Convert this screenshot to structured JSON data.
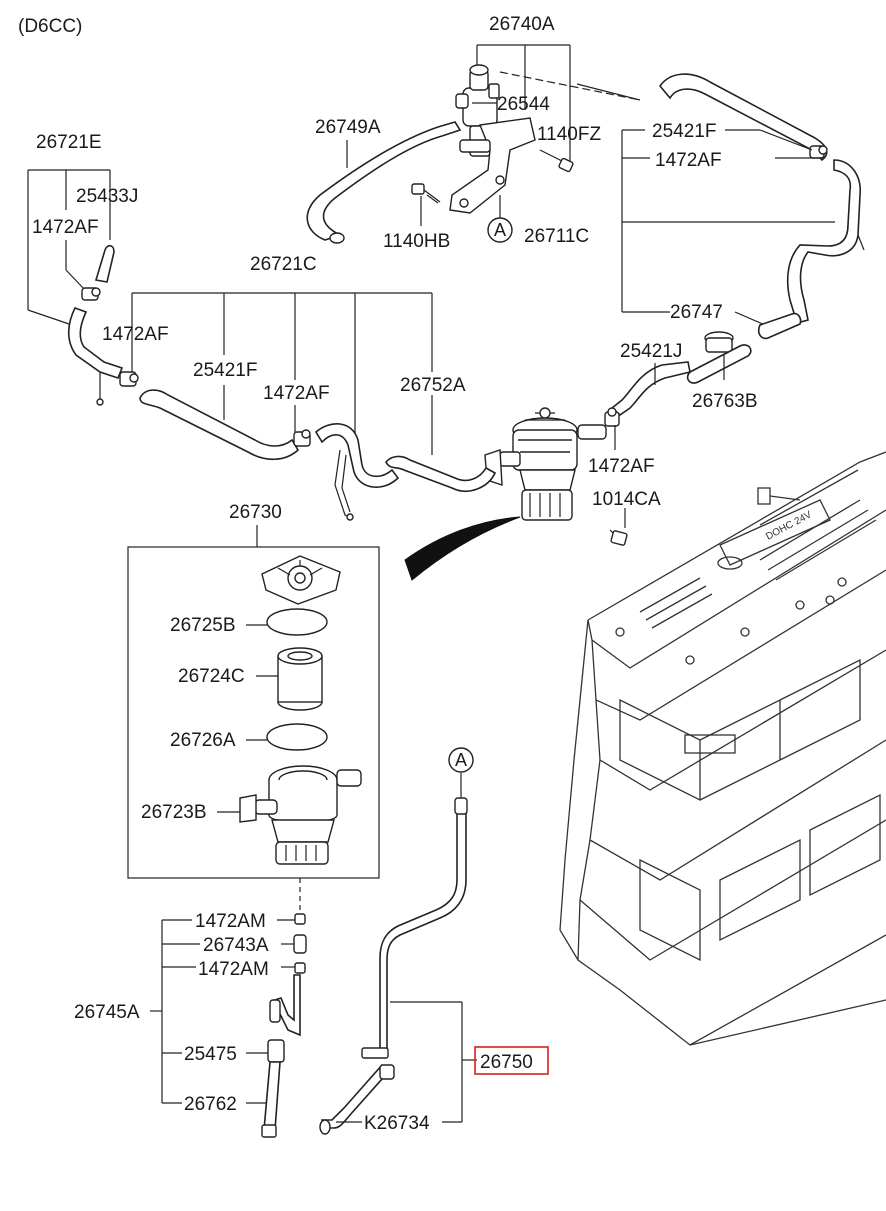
{
  "header": {
    "variant": "(D6CC)"
  },
  "labels": {
    "p26740A": "26740A",
    "p26544": "26544",
    "p1140FZ": "1140FZ",
    "p26749A": "26749A",
    "p1140HB": "1140HB",
    "p25421F_top": "25421F",
    "p1472AF_top": "1472AF",
    "p26711C": "26711C",
    "p26721E": "26721E",
    "p25433J": "25433J",
    "p1472AF_left": "1472AF",
    "p26721C": "26721C",
    "p1472AF_mid1": "1472AF",
    "p25421F_mid": "25421F",
    "p1472AF_mid2": "1472AF",
    "p26752A": "26752A",
    "p26747": "26747",
    "p25421J": "25421J",
    "p26763B": "26763B",
    "p1472AF_right": "1472AF",
    "p1014CA": "1014CA",
    "p26730": "26730",
    "p26725B": "26725B",
    "p26724C": "26724C",
    "p26726A": "26726A",
    "p26723B": "26723B",
    "p1472AM_a": "1472AM",
    "p26743A": "26743A",
    "p1472AM_b": "1472AM",
    "p26745A": "26745A",
    "p25475": "25475",
    "p26762": "26762",
    "p26750": "26750",
    "pK26734": "K26734"
  },
  "callouts": {
    "a_top": "A",
    "a_bottom": "A"
  },
  "engine_marking": "DOHC 24V",
  "colors": {
    "highlight_box": "#d62020",
    "line": "#222222"
  }
}
